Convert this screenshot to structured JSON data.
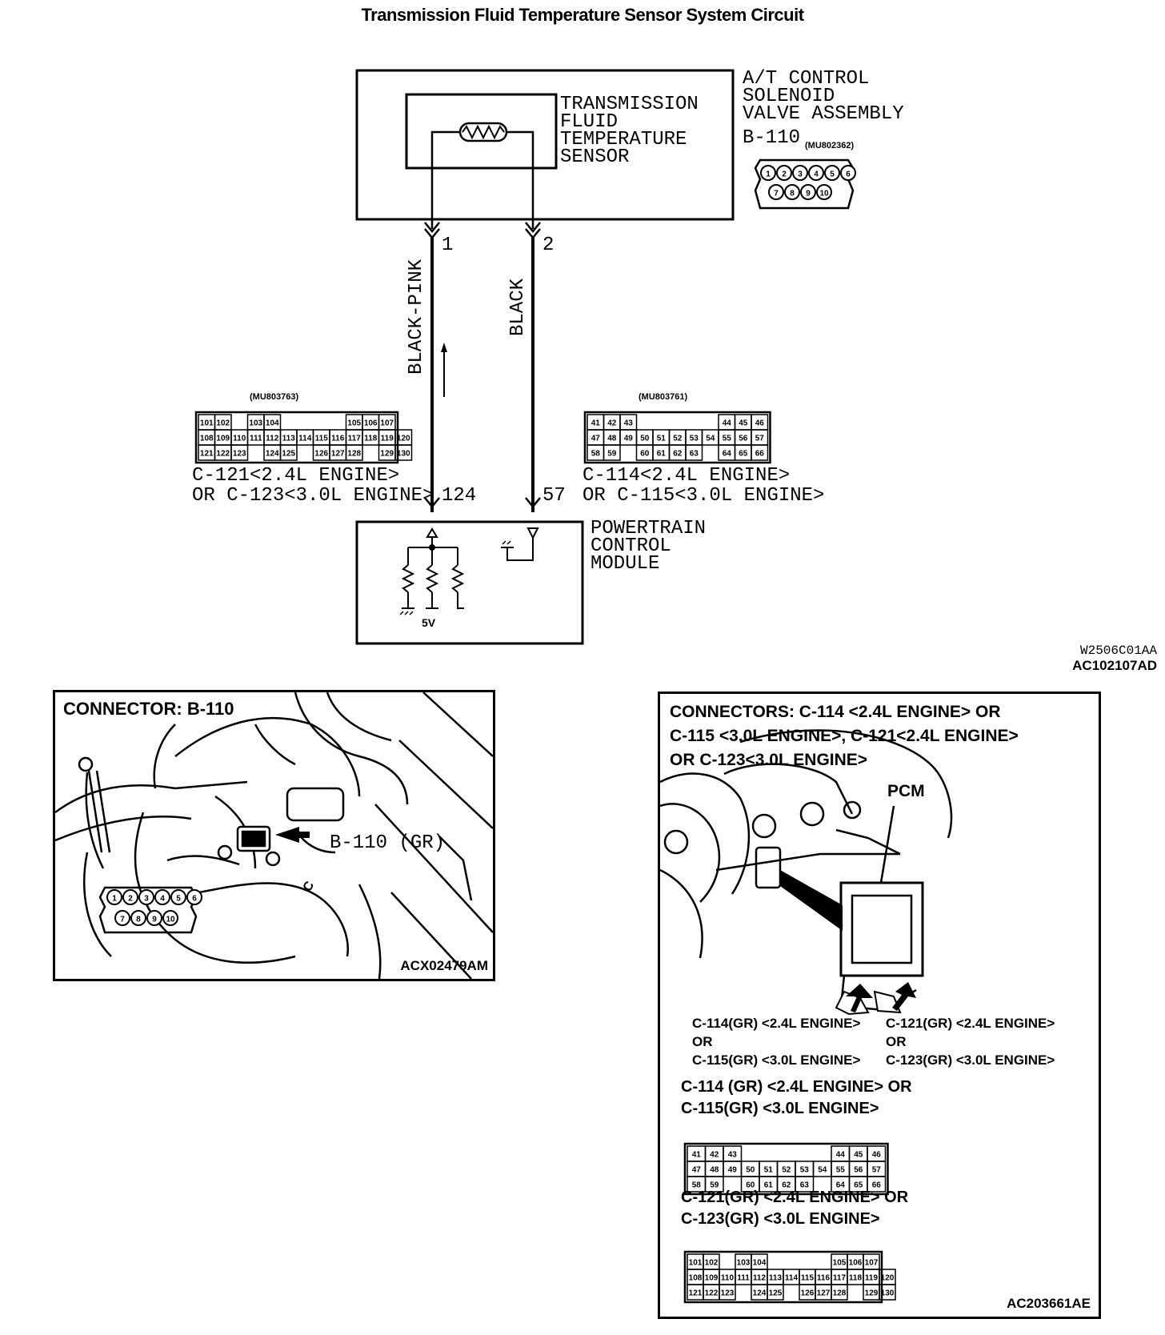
{
  "title": "Transmission Fluid Temperature Sensor System Circuit",
  "assembly": {
    "label_lines": [
      "A/T CONTROL",
      "SOLENOID",
      "VALVE ASSEMBLY"
    ],
    "connector": "B-110",
    "part_no": "(MU802362)"
  },
  "sensor": {
    "label_lines": [
      "TRANSMISSION",
      "FLUID",
      "TEMPERATURE",
      "SENSOR"
    ]
  },
  "wires": [
    {
      "pin": "1",
      "color": "BLACK-PINK",
      "pcm_pin": "124"
    },
    {
      "pin": "2",
      "color": "BLACK",
      "pcm_pin": "57"
    }
  ],
  "pcm_connector_left": {
    "part_no": "(MU803763)",
    "label_lines": [
      "C-121<2.4L ENGINE>",
      "OR C-123<3.0L ENGINE>"
    ]
  },
  "pcm_connector_right": {
    "part_no": "(MU803761)",
    "label_lines": [
      "C-114<2.4L ENGINE>",
      "OR C-115<3.0L ENGINE>"
    ]
  },
  "pcm": {
    "label_lines": [
      "POWERTRAIN",
      "CONTROL",
      "MODULE"
    ],
    "voltage": "5V"
  },
  "codes": {
    "line1": "W2506C01AA",
    "line2": "AC102107AD"
  },
  "connector_b110_panel": {
    "heading": "CONNECTOR: B-110",
    "callout": "B-110 (GR)",
    "code": "ACX02479AM",
    "pins_top": [
      "1",
      "2",
      "3",
      "4",
      "5",
      "6"
    ],
    "pins_bottom": [
      "7",
      "8",
      "9",
      "10"
    ]
  },
  "connectors_panel": {
    "heading_lines": [
      "CONNECTORS: C-114 <2.4L ENGINE> OR",
      "C-115 <3.0L ENGINE>, C-121<2.4L ENGINE>",
      "OR C-123<3.0L ENGINE>"
    ],
    "pcm_label": "PCM",
    "left_callout": [
      "C-114(GR) <2.4L ENGINE>",
      "OR",
      "C-115(GR) <3.0L ENGINE>"
    ],
    "right_callout": [
      "C-121(GR) <2.4L ENGINE>",
      "OR",
      "C-123(GR) <3.0L ENGINE>"
    ],
    "c114_title": [
      "C-114 (GR) <2.4L ENGINE> OR",
      "C-115(GR) <3.0L ENGINE>"
    ],
    "c121_title": [
      "C-121(GR) <2.4L ENGINE> OR",
      "C-123(GR) <3.0L ENGINE>"
    ],
    "code": "AC203661AE"
  },
  "grid_c114": [
    [
      "41",
      "42",
      "43",
      "",
      "",
      "",
      "",
      "",
      "44",
      "45",
      "46"
    ],
    [
      "47",
      "48",
      "49",
      "50",
      "51",
      "52",
      "53",
      "54",
      "55",
      "56",
      "57"
    ],
    [
      "58",
      "59",
      "",
      "60",
      "61",
      "62",
      "63",
      "",
      "64",
      "65",
      "66"
    ]
  ],
  "grid_c121": [
    [
      "101",
      "102",
      "",
      "103",
      "104",
      "",
      "",
      "",
      "",
      "105",
      "106",
      "107"
    ],
    [
      "108",
      "109",
      "110",
      "111",
      "112",
      "113",
      "114",
      "115",
      "116",
      "117",
      "118",
      "119",
      "120"
    ],
    [
      "121",
      "122",
      "123",
      "",
      "124",
      "125",
      "",
      "126",
      "127",
      "128",
      "",
      "129",
      "130"
    ]
  ],
  "colors": {
    "ink": "#000000",
    "paper": "#ffffff"
  }
}
